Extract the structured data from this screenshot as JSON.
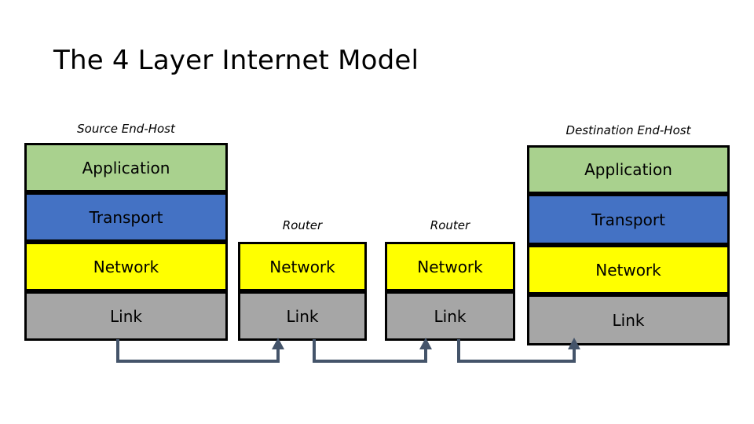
{
  "slide": {
    "title": "The 4 Layer Internet Model",
    "background": "#FFFFFF"
  },
  "colors": {
    "application": "#A9D18E",
    "transport": "#4472C4",
    "network": "#FFFF00",
    "link": "#A6A6A6",
    "border": "#000000",
    "connector": "#44546A",
    "text": "#000000"
  },
  "captions": {
    "source": "Source End-Host",
    "router_one": "Router",
    "router_two": "Router",
    "destination": "Destination End-Host"
  },
  "nodes": [
    {
      "id": "source-end-host",
      "caption": "Source End-Host",
      "layers": [
        {
          "name": "Application",
          "color": "#A9D18E"
        },
        {
          "name": "Transport",
          "color": "#4472C4"
        },
        {
          "name": "Network",
          "color": "#FFFF00"
        },
        {
          "name": "Link",
          "color": "#A6A6A6"
        }
      ]
    },
    {
      "id": "router-1",
      "caption": "Router",
      "layers": [
        {
          "name": "Network",
          "color": "#FFFF00"
        },
        {
          "name": "Link",
          "color": "#A6A6A6"
        }
      ]
    },
    {
      "id": "router-2",
      "caption": "Router",
      "layers": [
        {
          "name": "Network",
          "color": "#FFFF00"
        },
        {
          "name": "Link",
          "color": "#A6A6A6"
        }
      ]
    },
    {
      "id": "destination-end-host",
      "caption": "Destination End-Host",
      "layers": [
        {
          "name": "Application",
          "color": "#A9D18E"
        },
        {
          "name": "Transport",
          "color": "#4472C4"
        },
        {
          "name": "Network",
          "color": "#FFFF00"
        },
        {
          "name": "Link",
          "color": "#A6A6A6"
        }
      ]
    }
  ],
  "connections": [
    {
      "from": "source-end-host",
      "to": "router-1",
      "direction": "up-arrow"
    },
    {
      "from": "router-1",
      "to": "router-2",
      "direction": "up-arrow"
    },
    {
      "from": "router-2",
      "to": "destination-end-host",
      "direction": "up-arrow"
    }
  ]
}
